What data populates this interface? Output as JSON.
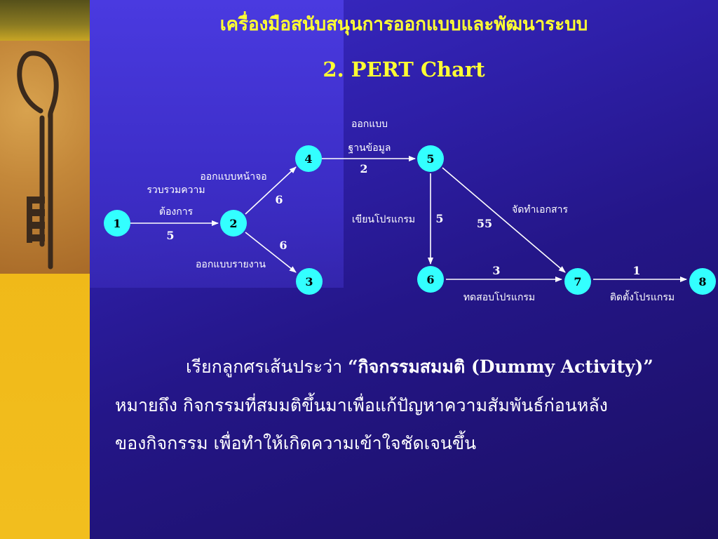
{
  "title": "เครื่องมือสนับสนุนการออกแบบและพัฒนาระบบ",
  "subtitle": "2. PERT Chart",
  "colors": {
    "background": "#2e1fa8",
    "title": "#ffff33",
    "node_fill": "#33ffff",
    "text": "#ffffff",
    "sidebar": "#f0b818"
  },
  "decor": {
    "image": "old-key-icon"
  },
  "diagram": {
    "nodes": [
      "1",
      "2",
      "3",
      "4",
      "5",
      "6",
      "7",
      "8"
    ],
    "edges": [
      {
        "from": "1",
        "to": "2",
        "label_line1": "รวบรวมความ",
        "label_line2": "ต้องการ",
        "duration": "5"
      },
      {
        "from": "2",
        "to": "4",
        "label": "ออกแบบหน้าจอ",
        "duration": "6"
      },
      {
        "from": "2",
        "to": "3",
        "label": "ออกแบบรายงาน",
        "duration": "6"
      },
      {
        "from": "4",
        "to": "5",
        "label_line1": "ออกแบบ",
        "label_line2": "ฐานข้อมูล",
        "duration": "2"
      },
      {
        "from": "5",
        "to": "6",
        "label": "เขียนโปรแกรม",
        "duration": "5"
      },
      {
        "from": "5",
        "to": "7",
        "label": "จัดทำเอกสาร",
        "duration": "55"
      },
      {
        "from": "6",
        "to": "7",
        "label": "ทดสอบโปรแกรม",
        "duration": "3"
      },
      {
        "from": "7",
        "to": "8",
        "label": "ติดตั้งโปรแกรม",
        "duration": "1"
      }
    ]
  },
  "paragraph": {
    "line1_prefix": "เรียกลูกศรเส้นประว่า ",
    "line1_bold": "“กิจกรรมสมมติ (Dummy Activity)”",
    "line2": "หมายถึง กิจกรรมที่สมมติขึ้นมาเพื่อแก้ปัญหาความสัมพันธ์ก่อนหลัง",
    "line3": "ของกิจกรรม  เพื่อทำให้เกิดความเข้าใจชัดเจนขึ้น"
  }
}
